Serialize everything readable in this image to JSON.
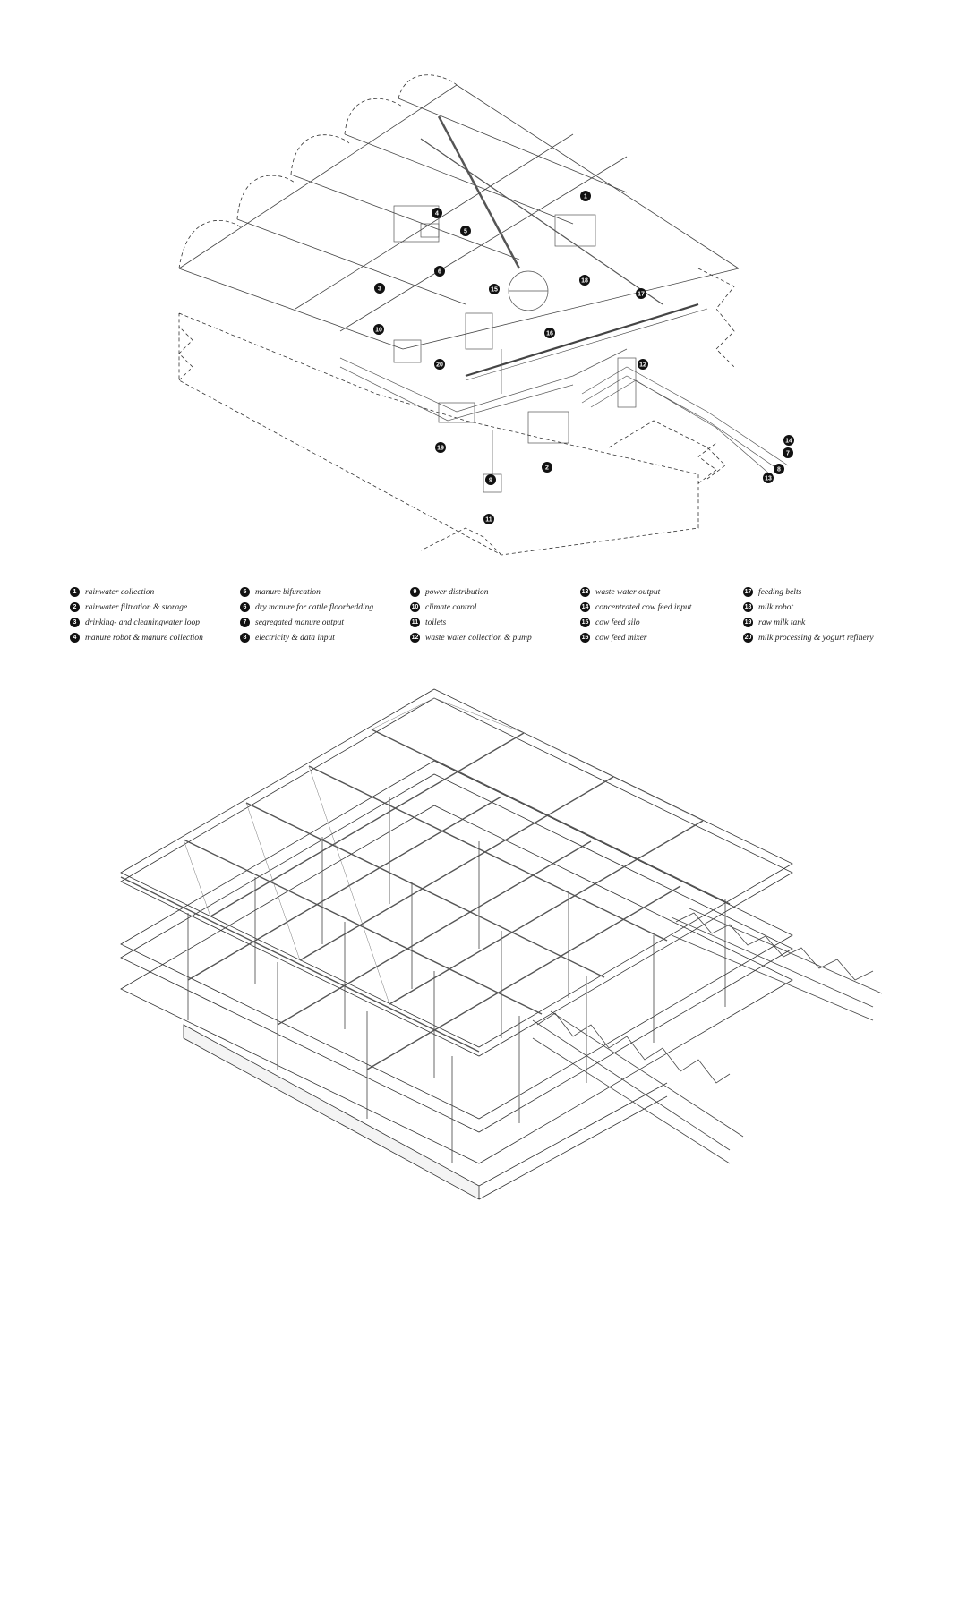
{
  "legend": [
    {
      "num": "1",
      "label": "rainwater collection"
    },
    {
      "num": "2",
      "label": "rainwater filtration & storage"
    },
    {
      "num": "3",
      "label": "drinking- and cleaningwater loop"
    },
    {
      "num": "4",
      "label": "manure robot & manure collection"
    },
    {
      "num": "5",
      "label": "manure bifurcation"
    },
    {
      "num": "6",
      "label": "dry manure for cattle floorbedding"
    },
    {
      "num": "7",
      "label": "segregated manure output"
    },
    {
      "num": "8",
      "label": "electricity & data input"
    },
    {
      "num": "9",
      "label": "power distribution"
    },
    {
      "num": "10",
      "label": "climate control"
    },
    {
      "num": "11",
      "label": "toilets"
    },
    {
      "num": "12",
      "label": "waste water collection & pump"
    },
    {
      "num": "13",
      "label": "waste water output"
    },
    {
      "num": "14",
      "label": "concentrated cow feed input"
    },
    {
      "num": "15",
      "label": "cow feed silo"
    },
    {
      "num": "16",
      "label": "cow feed mixer"
    },
    {
      "num": "17",
      "label": "feeding belts"
    },
    {
      "num": "18",
      "label": "milk robot"
    },
    {
      "num": "19",
      "label": "raw milk tank"
    },
    {
      "num": "20",
      "label": "milk processing & yogurt refinery"
    }
  ],
  "callouts": [
    {
      "num": "1"
    },
    {
      "num": "2"
    },
    {
      "num": "3"
    },
    {
      "num": "4"
    },
    {
      "num": "5"
    },
    {
      "num": "6"
    },
    {
      "num": "7"
    },
    {
      "num": "8"
    },
    {
      "num": "9"
    },
    {
      "num": "10"
    },
    {
      "num": "11"
    },
    {
      "num": "12"
    },
    {
      "num": "13"
    },
    {
      "num": "14"
    },
    {
      "num": "15"
    },
    {
      "num": "16"
    },
    {
      "num": "17"
    },
    {
      "num": "18"
    },
    {
      "num": "19"
    },
    {
      "num": "20"
    }
  ]
}
